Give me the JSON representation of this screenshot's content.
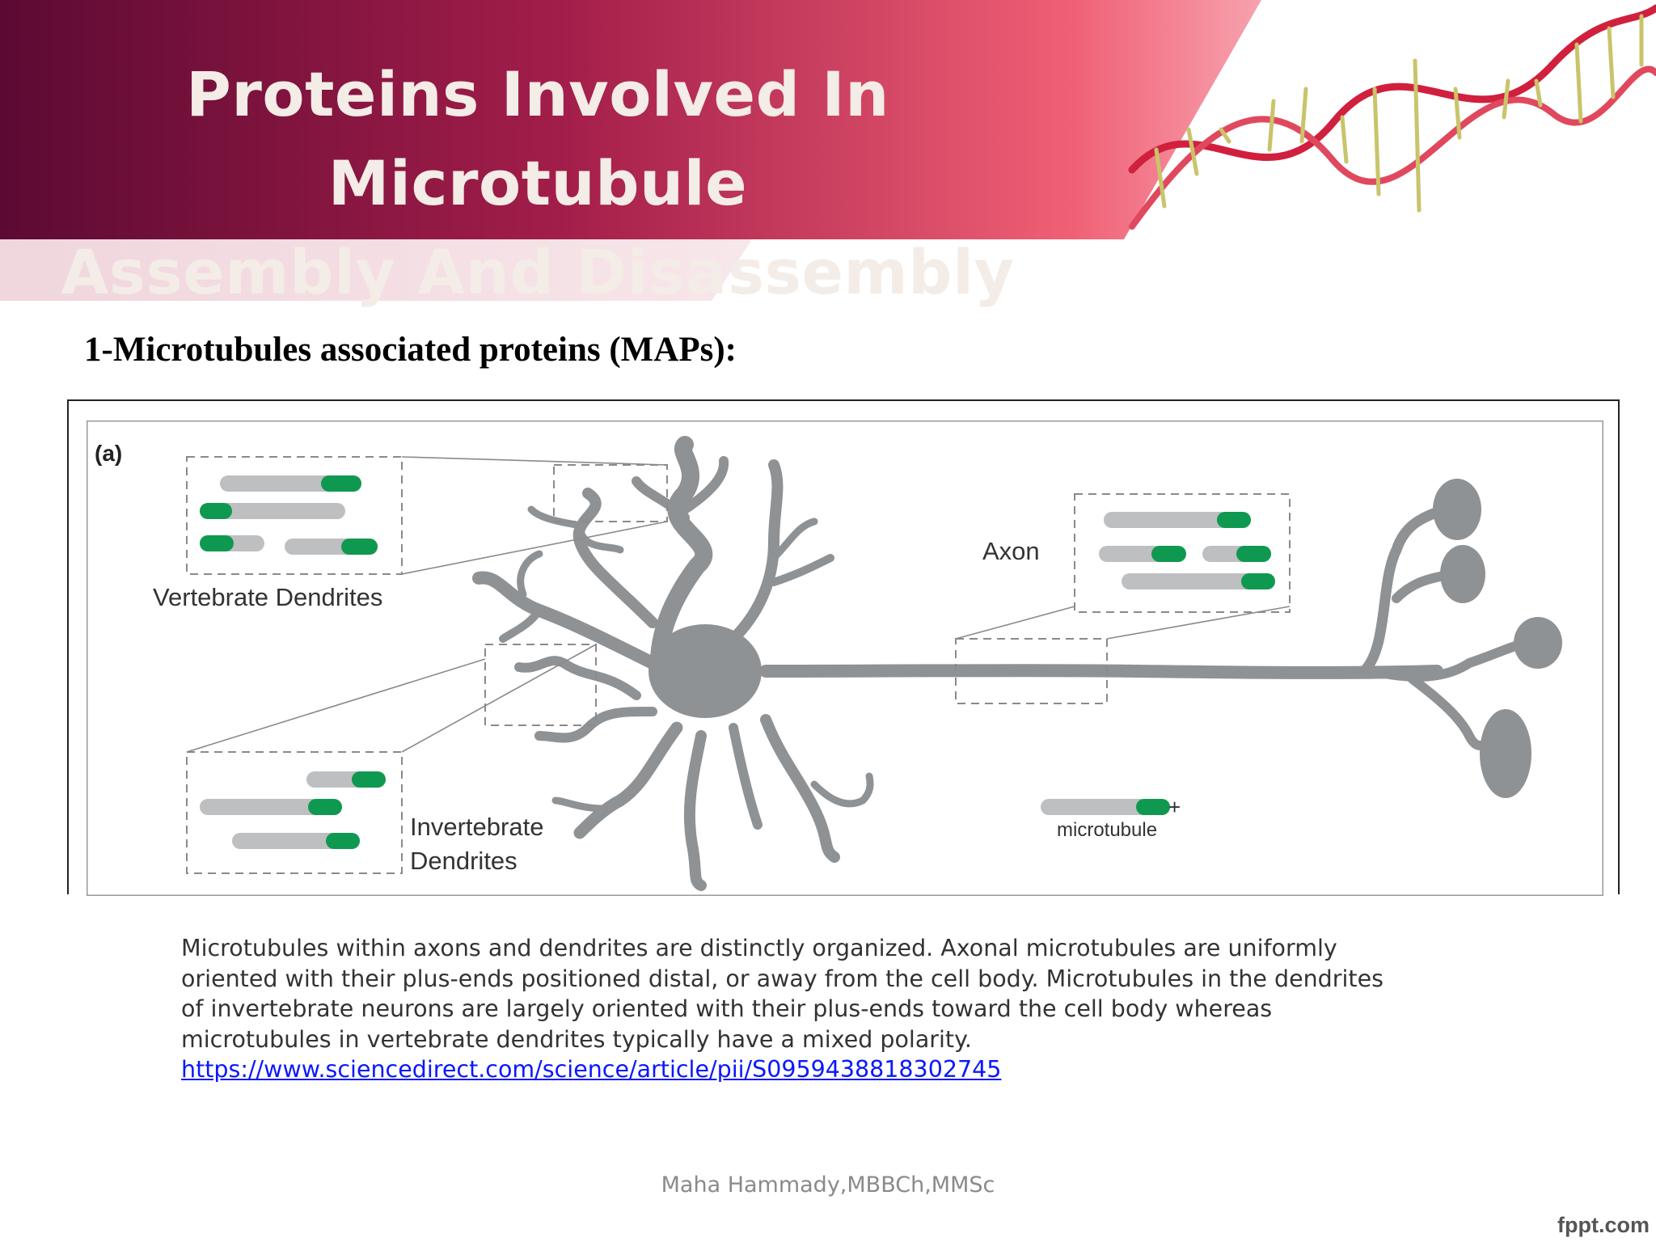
{
  "slide": {
    "title_line1": "Proteins Involved In Microtubule",
    "title_line2": "Assembly And Disassembly",
    "section_heading": "1-Microtubules associated proteins (MAPs):",
    "colors": {
      "header_dark": "#5c0a33",
      "header_mid": "#a31e4a",
      "header_light": "#e8506a",
      "microtubule_plus_end": "#0f9950",
      "microtubule_body": "#bdbfc1",
      "neuron": "#8f9295",
      "link": "#0a18ff"
    }
  },
  "figure": {
    "panel_label": "(a)",
    "labels": {
      "vertebrate_dendrites": "Vertebrate Dendrites",
      "axon": "Axon",
      "invertebrate_line1": "Invertebrate",
      "invertebrate_line2": "Dendrites",
      "legend_plus": "+",
      "legend_microtubule": "microtubule"
    }
  },
  "caption": {
    "line1": "Microtubules within axons and dendrites are distinctly organized. Axonal microtubules are uniformly",
    "line2": "oriented with their plus-ends positioned distal, or away from the cell body. Microtubules in the dendrites",
    "line3": "of invertebrate neurons are largely oriented with their plus-ends toward the cell body whereas",
    "line4": "microtubules in vertebrate dendrites typically have a mixed polarity.",
    "link": "https://www.sciencedirect.com/science/article/pii/S0959438818302745"
  },
  "footer": {
    "author": "Maha Hammady,MBBCh,MMSc",
    "watermark": "fppt.com"
  }
}
